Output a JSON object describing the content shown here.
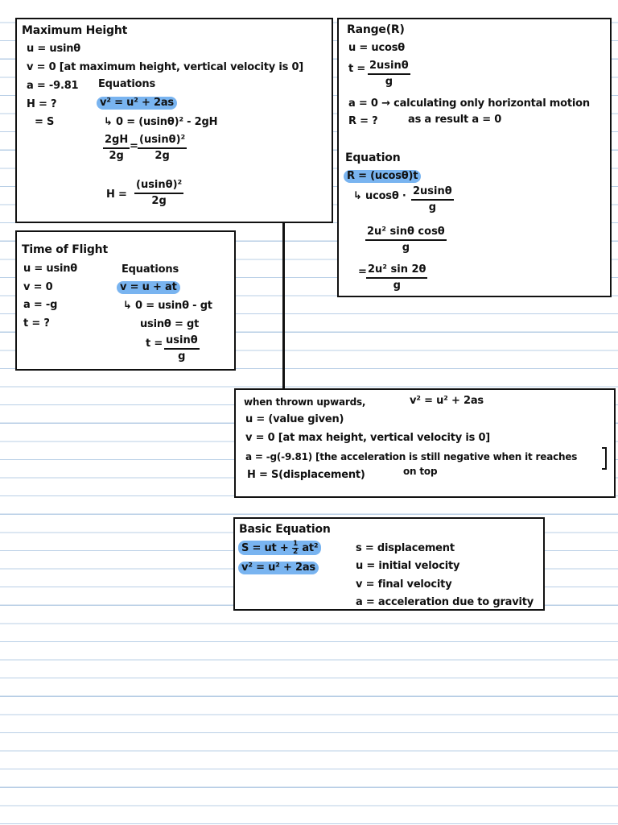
{
  "max_height": {
    "title": "Maximum Height",
    "u": "u = usinθ",
    "v": "v = 0 [at maximum height, vertical velocity is 0]",
    "a": "a = -9.81",
    "eq_label": "Equations",
    "H": "H = ?",
    "S": "= S",
    "eq_hl": "v² = u² + 2as",
    "step1": "↳ 0 = (usinθ)² - 2gH",
    "frac_left_num": "2gH",
    "frac_left_den": "2g",
    "frac_eq": "=",
    "frac_right_num": "(usinθ)²",
    "frac_right_den": "2g",
    "result_label": "H =",
    "result_num": "(usinθ)²",
    "result_den": "2g"
  },
  "range": {
    "title": "Range(R)",
    "u": "u = ucosθ",
    "t_label": "t =",
    "t_num": "2usinθ",
    "t_den": "g",
    "a": "a = 0 → calculating only horizontal motion",
    "R": "R = ?",
    "note": "as a result a = 0",
    "eq_label": "Equation",
    "eq_hl": "R = (ucosθ)t",
    "step1": "↳ ucosθ ·",
    "step1_num": "2usinθ",
    "step1_den": "g",
    "step2_num": "2u² sinθ cosθ",
    "step2_den": "g",
    "step3_label": "=",
    "step3_num": "2u² sin 2θ",
    "step3_den": "g"
  },
  "time_of_flight": {
    "title": "Time of Flight",
    "u": "u = usinθ",
    "v": "v = 0",
    "a": "a = -g",
    "t": "t = ?",
    "eq_label": "Equations",
    "eq_hl": "v = u + at",
    "step1": "↳ 0 = usinθ - gt",
    "step2": "usinθ = gt",
    "result_label": "t =",
    "result_num": "usinθ",
    "result_den": "g"
  },
  "thrown_up": {
    "line1": "when thrown upwards,",
    "eq": "v² = u² + 2as",
    "u": "u = (value given)",
    "v": "v = 0 [at max height, vertical velocity is 0]",
    "a": "a = -g(-9.81) [the acceleration is still negative when it reaches",
    "a_cont": "on top",
    "H": "H = S(displacement)"
  },
  "basic": {
    "title": "Basic Equation",
    "eq1_a": "S = ut +",
    "eq1_num": "1",
    "eq1_den": "2",
    "eq1_b": "at²",
    "eq2": "v² = u² + 2as",
    "def_s": "s = displacement",
    "def_u": "u = initial velocity",
    "def_v": "v = final velocity",
    "def_a": "a = acceleration due to gravity"
  }
}
